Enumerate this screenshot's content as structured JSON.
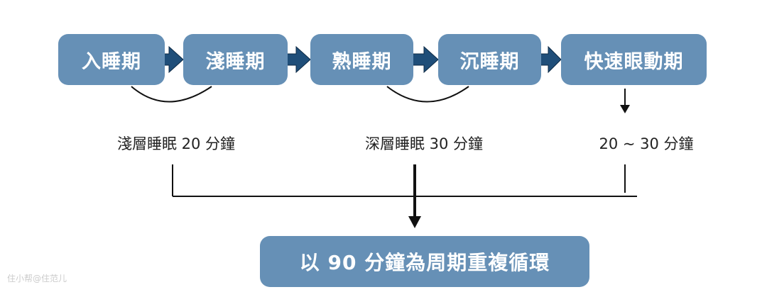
{
  "stages": [
    {
      "label": "入睡期"
    },
    {
      "label": "淺睡期"
    },
    {
      "label": "熟睡期"
    },
    {
      "label": "沉睡期"
    },
    {
      "label": "快速眼動期"
    }
  ],
  "durations": [
    {
      "label": "淺層睡眠 20 分鐘"
    },
    {
      "label": "深層睡眠 30 分鐘"
    },
    {
      "label": "20 ~ 30 分鐘"
    }
  ],
  "cycle": {
    "label": "以 90 分鐘為周期重複循環"
  },
  "watermark": "住小帮@住范儿",
  "colors": {
    "box": "#6690b6",
    "arrow": "#1f4e79",
    "line": "#111111"
  }
}
